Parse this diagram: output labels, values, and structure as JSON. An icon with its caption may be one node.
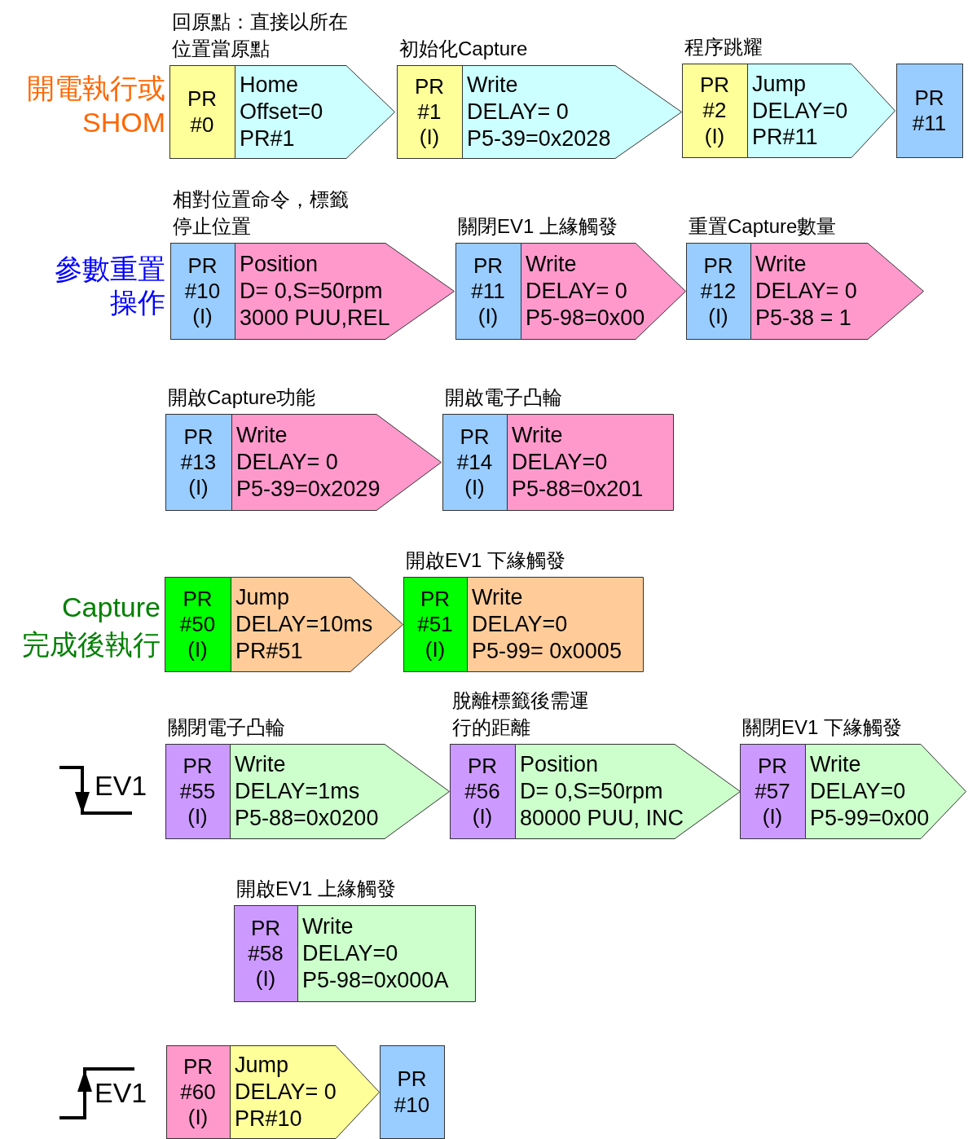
{
  "diagram": {
    "nodes": [
      {
        "text": [
          "PR #0",
          "Home",
          "Offset=0",
          "PR#1"
        ],
        "beside": [
          "回原點：直接以所在位置當原點"
        ]
      },
      {
        "text": [
          "PR #1 (I)",
          "Write",
          "DELAY= 0",
          "P5-39=0x2028"
        ],
        "beside": [
          "初始化Capture"
        ]
      },
      {
        "text": [
          "PR #2 (I)",
          "Jump",
          "DELAY=0",
          "PR#11"
        ],
        "beside": [
          "程序跳耀"
        ]
      },
      {
        "text": [
          "PR #11"
        ]
      },
      {
        "text": [
          "PR #10 (I)",
          "Position",
          "D= 0,S=50rpm",
          "3000 PUU,REL"
        ],
        "beside": [
          "相對位置命令，標籤停止位置"
        ]
      },
      {
        "text": [
          "PR #11 (I)",
          "Write",
          "DELAY= 0",
          "P5-98=0x00"
        ],
        "beside": [
          "關閉EV1 上緣觸發"
        ]
      },
      {
        "text": [
          "PR #12 (I)",
          "Write",
          "DELAY= 0",
          "P5-38 = 1"
        ],
        "beside": [
          "重置Capture數量"
        ]
      },
      {
        "text": [
          "PR #13 (I)",
          "Write",
          "DELAY= 0",
          "P5-39=0x2029"
        ],
        "beside": [
          "開啟Capture功能"
        ]
      },
      {
        "text": [
          "PR #14 (I)",
          "Write",
          "DELAY=0",
          "P5-88=0x201"
        ],
        "beside": [
          "開啟電子凸輪"
        ]
      },
      {
        "text": [
          "PR #50 (I)",
          "Jump",
          "DELAY=10ms",
          "PR#51"
        ]
      },
      {
        "text": [
          "PR #51 (I)",
          "Write",
          "DELAY=0",
          "P5-99= 0x0005"
        ],
        "beside": [
          "開啟EV1 下緣觸發"
        ]
      },
      {
        "text": [
          "PR #55 (I)",
          "Write",
          "DELAY=1ms",
          "P5-88=0x0200"
        ],
        "beside": [
          "關閉電子凸輪"
        ]
      },
      {
        "text": [
          "PR #56 (I)",
          "Position",
          "D= 0,S=50rpm",
          "80000 PUU, INC"
        ],
        "beside": [
          "脫離標籤後需運行的距離"
        ]
      },
      {
        "text": [
          "PR #57 (I)",
          "Write",
          "DELAY=0",
          "P5-99=0x00"
        ],
        "beside": [
          "關閉EV1 下緣觸發"
        ]
      },
      {
        "text": [
          "PR #58 (I)",
          "Write",
          "DELAY=0",
          "P5-98=0x000A"
        ],
        "beside": [
          "開啟EV1 上緣觸發"
        ]
      },
      {
        "text": [
          "PR #60 (I)",
          "Jump",
          "DELAY= 0",
          "PR#10"
        ]
      },
      {
        "text": [
          "PR #10"
        ]
      }
    ],
    "labels": [
      "開電執行或",
      "SHOM",
      "參數重置操作",
      "Capture",
      "完成後執行",
      "EV1",
      "EV1"
    ]
  }
}
